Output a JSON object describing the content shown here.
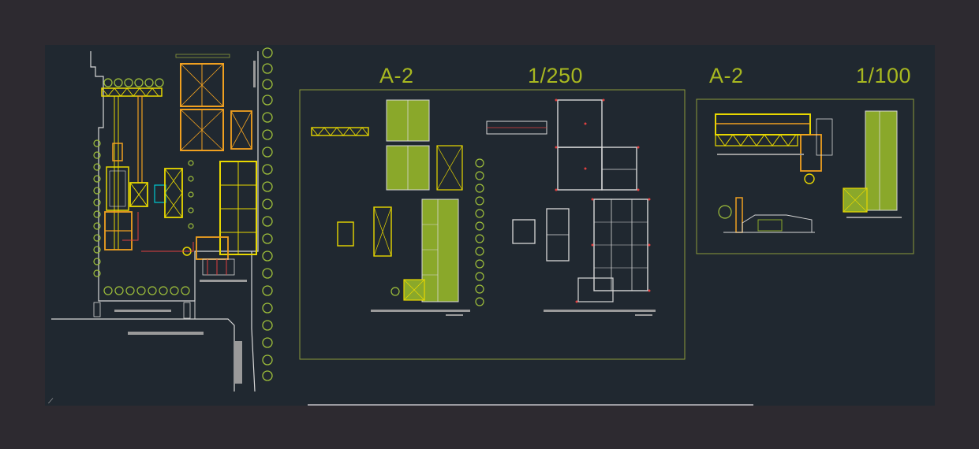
{
  "sheet_labels": [
    {
      "id": "plan-250-code",
      "text": "A-2"
    },
    {
      "id": "plan-250-scale",
      "text": "1/250"
    },
    {
      "id": "plan-100-code",
      "text": "A-2"
    },
    {
      "id": "plan-100-scale",
      "text": "1/100"
    }
  ],
  "colors": {
    "canvas": "#202830",
    "window": "#2d2a30",
    "label": "#a8b820",
    "frame": "#8c9a3a",
    "wall_yellow": "#e8d800",
    "wall_orange": "#f0a020",
    "roof_green": "#8aa82a",
    "tree_green": "#9fc03a",
    "line_white": "#d8d8d8",
    "dim_red": "#e04040"
  },
  "icons": {
    "ucs": "ucs-axis-icon",
    "scroll": "horizontal-scrollbar"
  }
}
